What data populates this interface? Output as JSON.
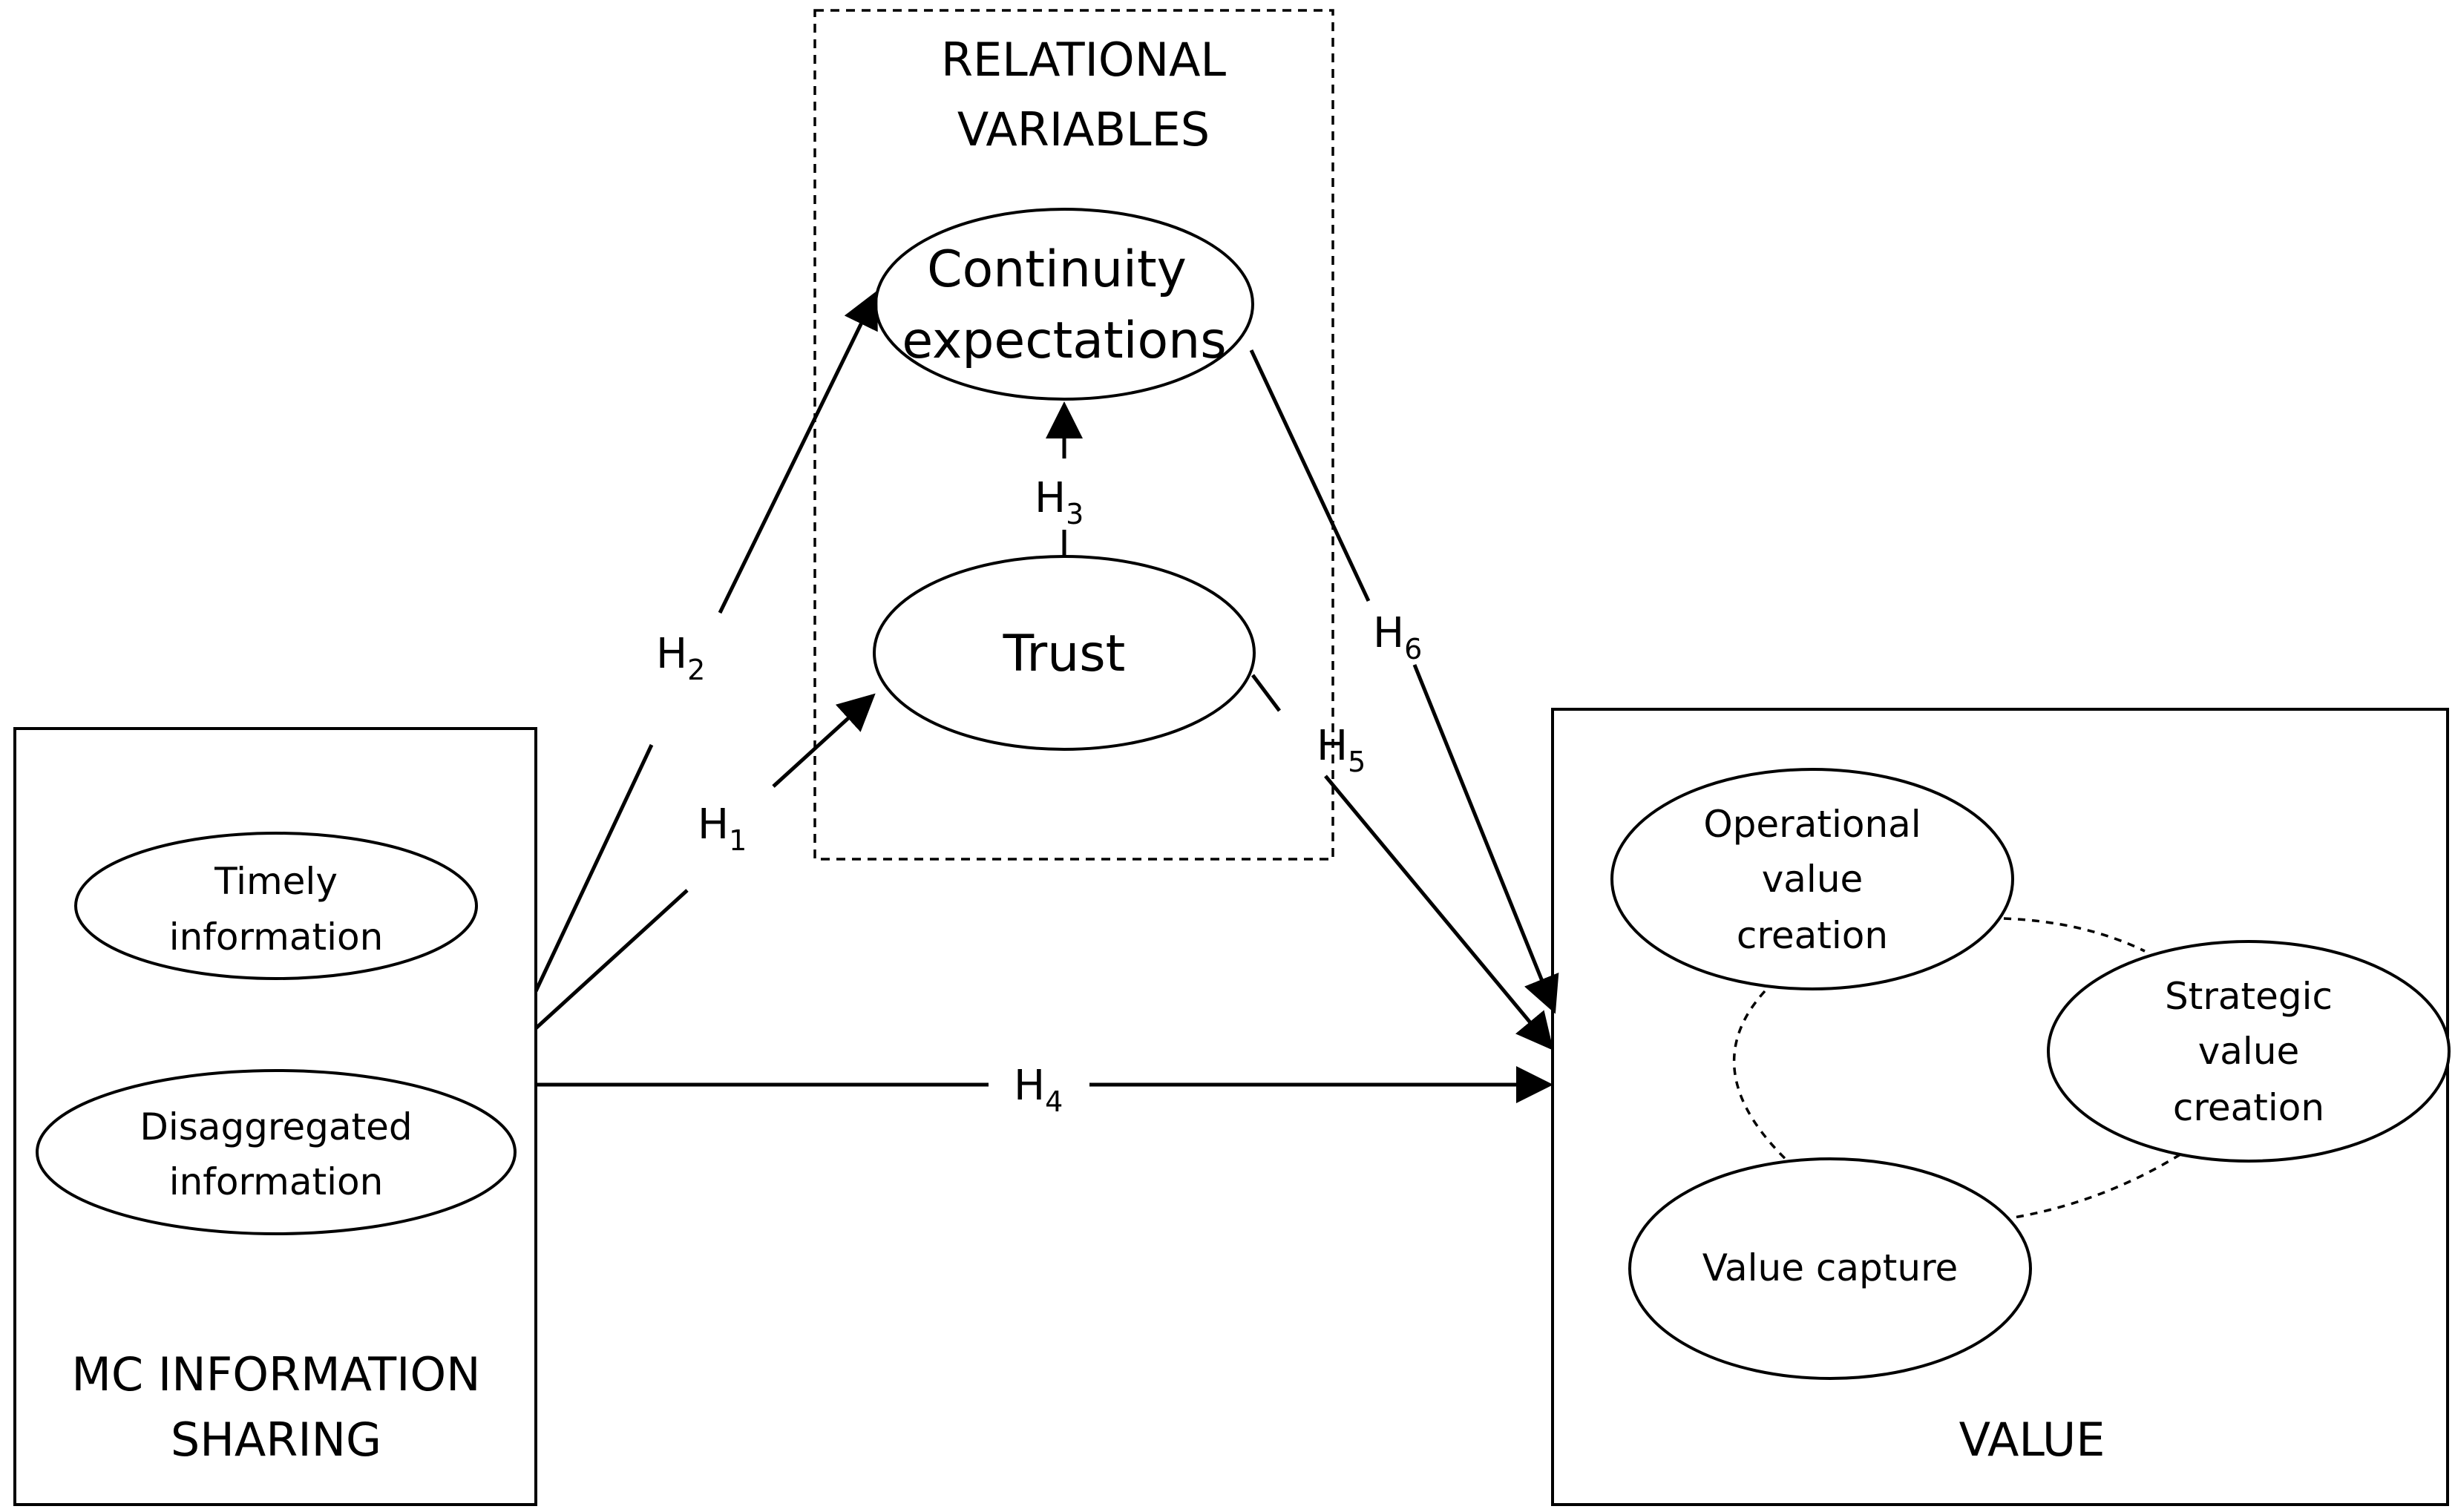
{
  "groups": {
    "mc_information_sharing": {
      "title_line1": "MC INFORMATION",
      "title_line2": "SHARING",
      "timely": {
        "line1": "Timely",
        "line2": "information"
      },
      "disaggregated": {
        "line1": "Disaggregated",
        "line2": "information"
      }
    },
    "relational_variables": {
      "title_line1": "RELATIONAL",
      "title_line2": "VARIABLES",
      "continuity": {
        "line1": "Continuity",
        "line2": "expectations"
      },
      "trust": {
        "line1": "Trust"
      }
    },
    "value": {
      "title": "VALUE",
      "operational": {
        "line1": "Operational",
        "line2": "value",
        "line3": "creation"
      },
      "strategic": {
        "line1": "Strategic",
        "line2": "value",
        "line3": "creation"
      },
      "capture": {
        "line1": "Value capture"
      }
    }
  },
  "hypotheses": {
    "h1": {
      "letter": "H",
      "sub": "1"
    },
    "h2": {
      "letter": "H",
      "sub": "2"
    },
    "h3": {
      "letter": "H",
      "sub": "3"
    },
    "h4": {
      "letter": "H",
      "sub": "4"
    },
    "h5": {
      "letter": "H",
      "sub": "5"
    },
    "h6": {
      "letter": "H",
      "sub": "6"
    }
  }
}
